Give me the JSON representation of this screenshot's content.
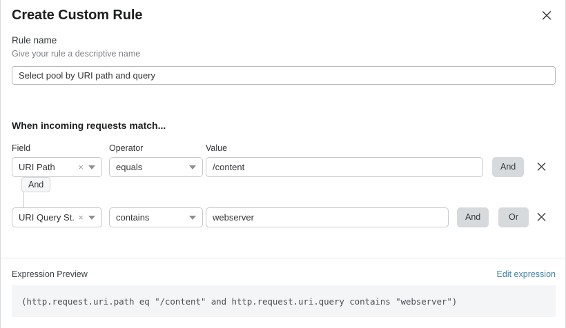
{
  "modal": {
    "title": "Create Custom Rule",
    "close_icon": "close-icon"
  },
  "rule_name": {
    "label": "Rule name",
    "help": "Give your rule a descriptive name",
    "value": "Select pool by URI path and query",
    "placeholder": "Rule name"
  },
  "conditions": {
    "heading": "When incoming requests match...",
    "columns": {
      "field": "Field",
      "operator": "Operator",
      "value": "Value"
    },
    "group_logic": "And",
    "rows": [
      {
        "field": "URI Path",
        "clear_icon": "×",
        "operator": "equals",
        "value": "/content",
        "value_placeholder": "Value",
        "buttons": [
          "And"
        ],
        "remove_icon": "remove-icon"
      },
      {
        "field": "URI Query St...",
        "clear_icon": "×",
        "operator": "contains",
        "value": "webserver",
        "value_placeholder": "Value",
        "buttons": [
          "And",
          "Or"
        ],
        "remove_icon": "remove-icon"
      }
    ]
  },
  "preview": {
    "label": "Expression Preview",
    "edit_link": "Edit expression",
    "expression": "(http.request.uri.path eq \"/content\" and http.request.uri.query contains \"webserver\")"
  },
  "colors": {
    "link": "#3f81a8",
    "chip_bg": "#d7dadd",
    "preview_bg": "#f4f5f6",
    "border": "#c5c9cd"
  }
}
